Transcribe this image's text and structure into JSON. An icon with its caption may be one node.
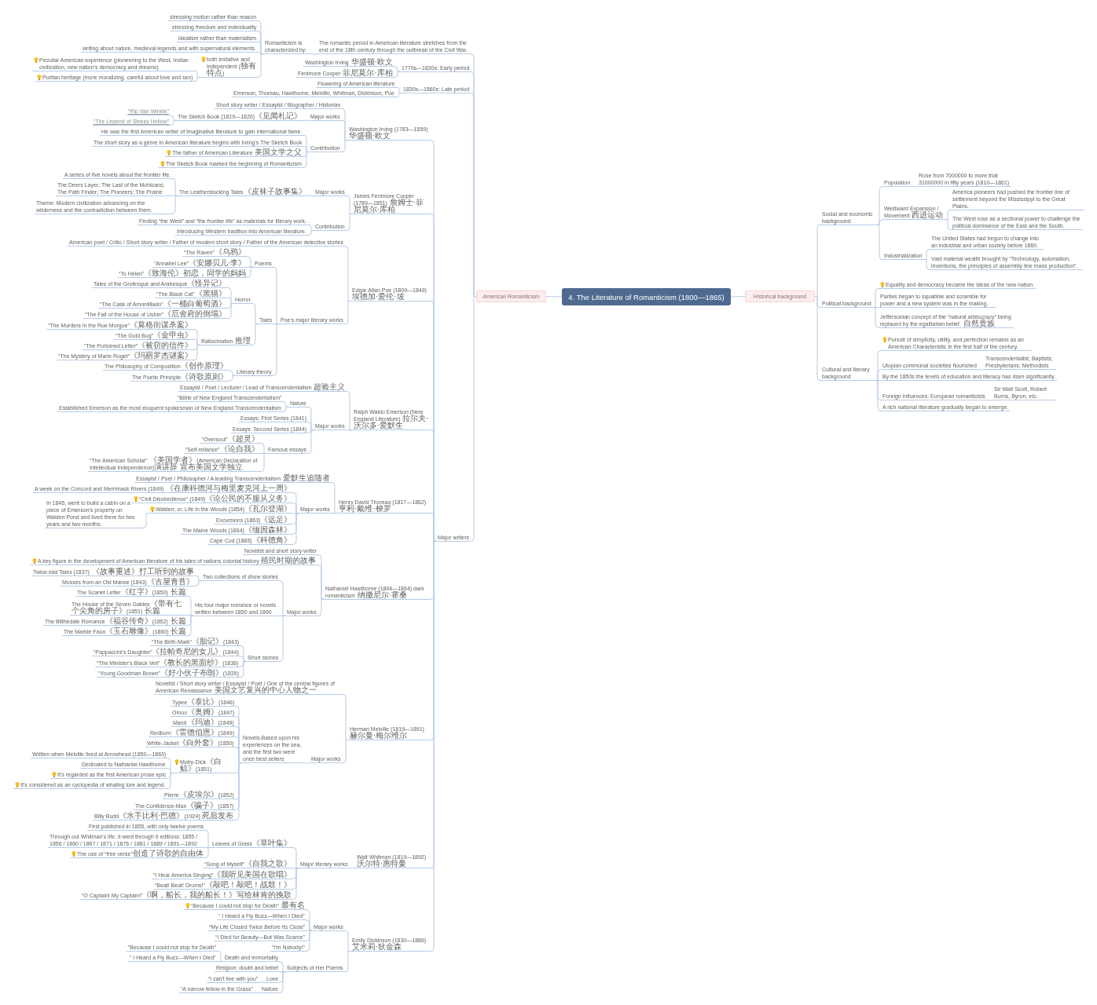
{
  "diagram": {
    "nodes": [
      {
        "text": [
          "4. The Literature of Romanticism (1800—1865)"
        ]
      },
      {
        "text": [
          "American Romanticism"
        ]
      },
      {
        "text": [
          "The romantic period in American literature stretches from the end of the 18th century through the outbreak of the Civil War."
        ]
      },
      {
        "text": [
          "Romanticism is characterized by:"
        ]
      },
      {
        "text": [
          "stressing motion rather than reason"
        ]
      },
      {
        "text": [
          "stressing freedom and individuality"
        ]
      },
      {
        "text": [
          "idealism rather than materialism"
        ]
      },
      {
        "text": [
          "writing about nature, medieval legends and with supernatural elements."
        ]
      },
      {
        "text": [
          "both imitative and independent (独有特点)"
        ]
      },
      {
        "text": [
          "Peculiar American experience (pioneering to the West, Indian civilization, new nation's democracy and dreams)"
        ]
      },
      {
        "text": [
          "Puritan heritage (more moralizing, careful about love and sex)"
        ]
      },
      {
        "text": [
          "1770s—1830s: Early period"
        ]
      },
      {
        "text": [
          "Washington Irving 华盛顿·欧文"
        ]
      },
      {
        "text": [
          "Fenimore Cooper 菲尼莫尔·库柏"
        ]
      },
      {
        "text": [
          "1830s—1860s: Late period"
        ]
      },
      {
        "text": [
          "Flowering of American literature"
        ]
      },
      {
        "text": [
          "Emerson, Thoreau, Hawthorne, Melville, Whitman, Dickinson, Poe"
        ]
      },
      {
        "text": [
          "Major writers"
        ]
      },
      {
        "text": [
          "Washington Irving (1783—1859) 华盛顿·欧文"
        ]
      },
      {
        "text": [
          "Short story writer / Essayist / Biographer / Historian"
        ]
      },
      {
        "text": [
          "Major works"
        ]
      },
      {
        "text": [
          "The Sketch Book (1819—1820)《见闻札记》"
        ]
      },
      {
        "text": [
          "“Rip Van Winkle”"
        ]
      },
      {
        "text": [
          "“The Legend of Sleepy Hollow”"
        ]
      },
      {
        "text": [
          "Contribution"
        ]
      },
      {
        "text": [
          "He was the first American writer of imaginative literature to gain international fame."
        ]
      },
      {
        "text": [
          "The short story as a genre in American literature begins with Irving's The Sketch Book"
        ]
      },
      {
        "text": [
          "The father of American Literature 美国文学之父"
        ]
      },
      {
        "text": [
          "The Sketch Book marked the beginning of Romanticism"
        ]
      },
      {
        "text": [
          "James Fenimore Cooper (1789—1851) 詹姆士·菲尼莫尔·库柏"
        ]
      },
      {
        "text": [
          "Major works"
        ]
      },
      {
        "text": [
          "The Leatherstocking Tales《皮袜子故事集》"
        ]
      },
      {
        "text": [
          "A series of five novels about the frontier life."
        ]
      },
      {
        "text": [
          "The Deers Layer; The Last of the Mohicans; The Path Finder; The Pioneers; The Prairie"
        ]
      },
      {
        "text": [
          "Theme: Modern civilization advancing on the wilderness and the contradiction between them."
        ]
      },
      {
        "text": [
          "Contribution"
        ]
      },
      {
        "text": [
          "Finding “the West” and “the frontier life” as materials for literary work."
        ]
      },
      {
        "text": [
          "Introducing Western tradition into American literature."
        ]
      },
      {
        "text": [
          "Edgar Allan Poe (1809—1849) 埃德加·爱伦·坡"
        ]
      },
      {
        "text": [
          "American poet / Critic / Short story writer / Father of modern short story / Father of the American detective stories"
        ]
      },
      {
        "text": [
          "Poe's major literary works"
        ]
      },
      {
        "text": [
          "Poems"
        ]
      },
      {
        "text": [
          "“The Raven”《乌鸦》"
        ]
      },
      {
        "text": [
          "“Annabel Lee”《安娜贝儿·李》"
        ]
      },
      {
        "text": [
          "“To Helen”《致海伦》初恋，同学的妈妈"
        ]
      },
      {
        "text": [
          "Tales"
        ]
      },
      {
        "text": [
          "Horror"
        ]
      },
      {
        "text": [
          "Tales of the Grotesque and Arabesque《怪异记》"
        ]
      },
      {
        "text": [
          "“The Black Cat”《黑猫》"
        ]
      },
      {
        "text": [
          "“The Cask of Amontillado”《一桶白葡萄酒》"
        ]
      },
      {
        "text": [
          "“The Fall of the House of Usher”《厄舍府的倒塌》"
        ]
      },
      {
        "text": [
          "Ratiocination 推理"
        ]
      },
      {
        "text": [
          "“The Murders in the Rue Morgue”《莫格街谋杀案》"
        ]
      },
      {
        "text": [
          "“The Gold Bug”《金甲虫》"
        ]
      },
      {
        "text": [
          "“The Purloined Letter”《被窃的信件》"
        ]
      },
      {
        "text": [
          "“The Mystery of Marie Roget”《玛丽罗杰谜案》"
        ]
      },
      {
        "text": [
          "Literary theory"
        ]
      },
      {
        "text": [
          "The Philosophy of Composition《创作原理》"
        ]
      },
      {
        "text": [
          "The Poetic Principle《诗歌原则》"
        ]
      },
      {
        "text": [
          "Ralph Waldo Emerson (New England Literature) 拉尔夫·沃尔多·爱默生"
        ]
      },
      {
        "text": [
          "Essayist / Poet / Lecturer / Lead of Transcendentalism 超验主义"
        ]
      },
      {
        "text": [
          "Major works"
        ]
      },
      {
        "text": [
          "Nature"
        ]
      },
      {
        "text": [
          "“Bible of New England Transcendentalism”"
        ]
      },
      {
        "text": [
          "Established Emerson as the most eloquent spokesman of New England Transcendentalism"
        ]
      },
      {
        "text": [
          "Essays: First Series (1841)"
        ]
      },
      {
        "text": [
          "Essays: Second Series (1844)"
        ]
      },
      {
        "text": [
          "Famous essays"
        ]
      },
      {
        "text": [
          "“Oversoul”《超灵》"
        ]
      },
      {
        "text": [
          "“Self-reliance”《论自我》"
        ]
      },
      {
        "text": [
          "“The American Scholar” 《美国学者》(American Declaration of Intellectual Independence)演讲辞 宣布美国文学独立"
        ]
      },
      {
        "text": [
          "Henry David Thoreau (1817—1862) 亨利·戴维·梭罗"
        ]
      },
      {
        "text": [
          "Essayist / Poet / Philosopher / A leading Transcendentalism 爱默生追随者"
        ]
      },
      {
        "text": [
          "Major works"
        ]
      },
      {
        "text": [
          "A week on the Concord and Merrimack Rivers (1849) 《在康科德河与梅里麦克河上一周》"
        ]
      },
      {
        "text": [
          "“Civil Disobedience” (1849)《论公民的不服从义务》"
        ]
      },
      {
        "text": [
          "Walden; or, Life in the Woods (1854)《瓦尔登湖》"
        ]
      },
      {
        "text": [
          "In 1845, went to build a cabin on a piece of Emerson's property on Walden Pond and lived there for two years and two months."
        ]
      },
      {
        "text": [
          "Excursions (1863)《远足》"
        ]
      },
      {
        "text": [
          "The Maine Woods (1864)《缅因森林》"
        ]
      },
      {
        "text": [
          "Cape Cod (1865)《科德角》"
        ]
      },
      {
        "text": [
          "Nathaniel Hawthorne (1804—1864) dark romanticism 纳撒尼尔·霍桑"
        ]
      },
      {
        "text": [
          "Novelist and short story writer"
        ]
      },
      {
        "text": [
          "A key figure in the development of American literature of his tales of nations colonial history 殖民时期的故事"
        ]
      },
      {
        "text": [
          "Major works"
        ]
      },
      {
        "text": [
          "Two collections of show stories"
        ]
      },
      {
        "text": [
          "Twice-told Tales (1837) 《故事重述》打工听到的故事"
        ]
      },
      {
        "text": [
          "Mosses from an Old Manse (1843)《古屋青苔》"
        ]
      },
      {
        "text": [
          "His four major romance or novels written between 1850 and 1860"
        ]
      },
      {
        "text": [
          "The Scarlet Letter《红字》(1850) 长篇"
        ]
      },
      {
        "text": [
          "The House of the Seven Gables《带有七个尖角的房子》(1851) 长篇"
        ]
      },
      {
        "text": [
          "The Blithedale Romance《福谷传奇》(1852) 长篇"
        ]
      },
      {
        "text": [
          "The Marble Faun《玉石雕像》(1860) 长篇"
        ]
      },
      {
        "text": [
          "Short stories"
        ]
      },
      {
        "text": [
          "“The Birth-Mark”《胎记》(1843)"
        ]
      },
      {
        "text": [
          "“Pappaccini's Daughter”《拉帕奇尼的女儿》(1844)"
        ]
      },
      {
        "text": [
          "“The Minister's Black Veil”《教长的黑面纱》(1836)"
        ]
      },
      {
        "text": [
          "“Young Goodman Brown”《好小伙子布朗》(1835)"
        ]
      },
      {
        "text": [
          "Herman Melville (1819—1891) 赫尔曼·梅尔维尔"
        ]
      },
      {
        "text": [
          "Novelist / Short story writer / Essayist / Poet / One of the central figures of American Renaissance 美国文艺复兴的中心人物之一"
        ]
      },
      {
        "text": [
          "Major works"
        ]
      },
      {
        "text": [
          "Novels-Based upon his experiences on the sea, and the first two were once best sellers"
        ]
      },
      {
        "text": [
          "Typee《泰比》(1846)"
        ]
      },
      {
        "text": [
          "Omoo《奥姆》(1847)"
        ]
      },
      {
        "text": [
          "Mardi《玛迪》(1849)"
        ]
      },
      {
        "text": [
          "Redburn《雷德伯恩》(1849)"
        ]
      },
      {
        "text": [
          "White-Jacket《白外套》(1850)"
        ]
      },
      {
        "text": [
          "Moby-Dick《白鲸》(1851)"
        ]
      },
      {
        "text": [
          "Written when Melville lived at Arrowhead (1850—1863)"
        ]
      },
      {
        "text": [
          "Dedicated to Nathaniel Hawthorne"
        ]
      },
      {
        "text": [
          "It's regarded as the first American prose epic"
        ]
      },
      {
        "text": [
          "It's considered as an cyclopedia of whaling lore and legend."
        ]
      },
      {
        "text": [
          "Pierre《皮埃尔》(1852)"
        ]
      },
      {
        "text": [
          "The Confidence-Man《骗子》(1857)"
        ]
      },
      {
        "text": [
          "Billy Budd《水手比利·巴德》(1924) 死后发布"
        ]
      },
      {
        "text": [
          "Walt Whitman (1819—1892) 沃尔特·惠特曼"
        ]
      },
      {
        "text": [
          "Major literary works"
        ]
      },
      {
        "text": [
          "Leaves of Grass《草叶集》"
        ]
      },
      {
        "text": [
          "First published in 1855, with only twelve poems"
        ]
      },
      {
        "text": [
          "Through out Whitman's life, it went through 9 editions: 1855 / 1856 / 1860 / 1867 / 1871 / 1876 / 1881 / 1889 / 1891—1892"
        ]
      },
      {
        "text": [
          "The use of “free verse”创造了诗歌的自由体"
        ]
      },
      {
        "text": [
          "“Song of Myself”《自我之歌》"
        ]
      },
      {
        "text": [
          "“I Hear America Singing”《我听见美国在歌唱》"
        ]
      },
      {
        "text": [
          "“Beat! Beat! Drums!”《敲吧！敲吧！战鼓！》"
        ]
      },
      {
        "text": [
          "“O Captain! My Captain!”《啊，船长，我的船长！》写给林肯的挽歌"
        ]
      },
      {
        "text": [
          "Emily Dickinson (1830—1886) 艾米莉·狄金森"
        ]
      },
      {
        "text": [
          "Major works"
        ]
      },
      {
        "text": [
          "“Because I could not stop for Death” 最有名"
        ]
      },
      {
        "text": [
          "“ I Heard a Fly Buzz—When I Died”"
        ]
      },
      {
        "text": [
          "“My Life Closed Twice Before Its Close”"
        ]
      },
      {
        "text": [
          "“I Died for Beauty—But Was Scarce”"
        ]
      },
      {
        "text": [
          "“I'm Nobody!”"
        ]
      },
      {
        "text": [
          "Subjects of Her Poems"
        ]
      },
      {
        "text": [
          "Death and immortality"
        ]
      },
      {
        "text": [
          "“Because I could not stop for Death”"
        ]
      },
      {
        "text": [
          "“ I Heard a Fly Buzz—When I Died”"
        ]
      },
      {
        "text": [
          "Religion: doubt and belief"
        ]
      },
      {
        "text": [
          "Love"
        ]
      },
      {
        "text": [
          "“I can't live with you”"
        ]
      },
      {
        "text": [
          "Nature"
        ]
      },
      {
        "text": [
          "“A narrow fellow in the Grass”"
        ]
      },
      {
        "text": [
          "Historical background"
        ]
      },
      {
        "text": [
          "Social and economic background"
        ]
      },
      {
        "text": [
          "Population"
        ]
      },
      {
        "text": [
          "Rose from 7000000 to more that 31000000 in fifty years (1810—1861)"
        ]
      },
      {
        "text": [
          "Westward Expansion / Movement 西进运动"
        ]
      },
      {
        "text": [
          "America pioneers had pushed the frontier line of settlement beyond the Mississippi to the Great Plains."
        ]
      },
      {
        "text": [
          "The West rose as a sectional power to challenge the political dominance of the East and the South."
        ]
      },
      {
        "text": [
          "Industrialization"
        ]
      },
      {
        "text": [
          "The United States had begun to change into an industrial and urban society before 1860."
        ]
      },
      {
        "text": [
          "Vast material wealth brought by “Technology, automation, inventions, the principles of assembly line mass production”."
        ]
      },
      {
        "text": [
          "Political background"
        ]
      },
      {
        "text": [
          "Equality and democracy became the ideas of the new nation."
        ]
      },
      {
        "text": [
          "Parties began to squabble and scramble for power and a new system was in the making."
        ]
      },
      {
        "text": [
          "Jeffersonian concept of the “natural aristocracy” being replaced by the egalitarian belief. 自然贵族"
        ]
      },
      {
        "text": [
          "Cultural and literary background"
        ]
      },
      {
        "text": [
          "Pursuit of simplicity, utility, and perfection remains as an American Characteristic in the first half of the century."
        ]
      },
      {
        "text": [
          "Utopian communal societies flourished"
        ]
      },
      {
        "text": [
          "Transcendentalist; Baptists; Presbyterians; Methodists"
        ]
      },
      {
        "text": [
          "By the 1850s the levels of education and literacy has risen significantly."
        ]
      },
      {
        "text": [
          "Foreign influences: European romanticists"
        ]
      },
      {
        "text": [
          "Sir Walt Scott, Robert Burns, Byron, etc."
        ]
      },
      {
        "text": [
          "A rich national literature gradually began to emerge."
        ]
      }
    ],
    "edges": [
      {
        "from": 0,
        "to": 1,
        "arrow": "none"
      },
      {
        "from": 0,
        "to": 141,
        "arrow": "none"
      },
      {
        "from": 1,
        "to": 2,
        "arrow": "none"
      },
      {
        "from": 1,
        "to": 11,
        "arrow": "none"
      },
      {
        "from": 1,
        "to": 14,
        "arrow": "none"
      },
      {
        "from": 1,
        "to": 17,
        "arrow": "none"
      },
      {
        "from": 2,
        "to": 3,
        "arrow": "none"
      },
      {
        "from": 3,
        "to": 4,
        "arrow": "none"
      },
      {
        "from": 3,
        "to": 5,
        "arrow": "none"
      },
      {
        "from": 3,
        "to": 6,
        "arrow": "none"
      },
      {
        "from": 3,
        "to": 7,
        "arrow": "none"
      },
      {
        "from": 3,
        "to": 8,
        "arrow": "none"
      },
      {
        "from": 8,
        "to": 9,
        "arrow": "none"
      },
      {
        "from": 8,
        "to": 10,
        "arrow": "none"
      },
      {
        "from": 11,
        "to": 12,
        "arrow": "none"
      },
      {
        "from": 11,
        "to": 13,
        "arrow": "none"
      },
      {
        "from": 14,
        "to": 15,
        "arrow": "none"
      },
      {
        "from": 14,
        "to": 16,
        "arrow": "none"
      },
      {
        "from": 17,
        "to": 18,
        "arrow": "none"
      },
      {
        "from": 17,
        "to": 29,
        "arrow": "none"
      },
      {
        "from": 17,
        "to": 38,
        "arrow": "none"
      },
      {
        "from": 17,
        "to": 59,
        "arrow": "none"
      },
      {
        "from": 17,
        "to": 71,
        "arrow": "none"
      },
      {
        "from": 17,
        "to": 81,
        "arrow": "none"
      },
      {
        "from": 17,
        "to": 98,
        "arrow": "none"
      },
      {
        "from": 17,
        "to": 115,
        "arrow": "none"
      },
      {
        "from": 17,
        "to": 125,
        "arrow": "none"
      },
      {
        "from": 18,
        "to": 19,
        "arrow": "none"
      },
      {
        "from": 18,
        "to": 20,
        "arrow": "none"
      },
      {
        "from": 18,
        "to": 24,
        "arrow": "none"
      },
      {
        "from": 20,
        "to": 21,
        "arrow": "none"
      },
      {
        "from": 21,
        "to": 22,
        "arrow": "none"
      },
      {
        "from": 21,
        "to": 23,
        "arrow": "none"
      },
      {
        "from": 24,
        "to": 25,
        "arrow": "none"
      },
      {
        "from": 24,
        "to": 26,
        "arrow": "none"
      },
      {
        "from": 24,
        "to": 27,
        "arrow": "none"
      },
      {
        "from": 24,
        "to": 28,
        "arrow": "none"
      },
      {
        "from": 29,
        "to": 30,
        "arrow": "none"
      },
      {
        "from": 29,
        "to": 35,
        "arrow": "none"
      },
      {
        "from": 30,
        "to": 31,
        "arrow": "none"
      },
      {
        "from": 31,
        "to": 32,
        "arrow": "none"
      },
      {
        "from": 31,
        "to": 33,
        "arrow": "none"
      },
      {
        "from": 31,
        "to": 34,
        "arrow": "none"
      },
      {
        "from": 35,
        "to": 36,
        "arrow": "none"
      },
      {
        "from": 35,
        "to": 37,
        "arrow": "none"
      },
      {
        "from": 38,
        "to": 39,
        "arrow": "none"
      },
      {
        "from": 38,
        "to": 40,
        "arrow": "none"
      },
      {
        "from": 40,
        "to": 41,
        "arrow": "none"
      },
      {
        "from": 40,
        "to": 45,
        "arrow": "none"
      },
      {
        "from": 40,
        "to": 56,
        "arrow": "none"
      },
      {
        "from": 41,
        "to": 42,
        "arrow": "none"
      },
      {
        "from": 41,
        "to": 43,
        "arrow": "none"
      },
      {
        "from": 41,
        "to": 44,
        "arrow": "none"
      },
      {
        "from": 45,
        "to": 46,
        "arrow": "none"
      },
      {
        "from": 45,
        "to": 51,
        "arrow": "none"
      },
      {
        "from": 46,
        "to": 47,
        "arrow": "none"
      },
      {
        "from": 46,
        "to": 48,
        "arrow": "none"
      },
      {
        "from": 46,
        "to": 49,
        "arrow": "none"
      },
      {
        "from": 46,
        "to": 50,
        "arrow": "none"
      },
      {
        "from": 51,
        "to": 52,
        "arrow": "none"
      },
      {
        "from": 51,
        "to": 53,
        "arrow": "none"
      },
      {
        "from": 51,
        "to": 54,
        "arrow": "none"
      },
      {
        "from": 51,
        "to": 55,
        "arrow": "none"
      },
      {
        "from": 56,
        "to": 57,
        "arrow": "none"
      },
      {
        "from": 56,
        "to": 58,
        "arrow": "none"
      },
      {
        "from": 59,
        "to": 60,
        "arrow": "none"
      },
      {
        "from": 59,
        "to": 61,
        "arrow": "none"
      },
      {
        "from": 61,
        "to": 62,
        "arrow": "none"
      },
      {
        "from": 61,
        "to": 65,
        "arrow": "none"
      },
      {
        "from": 61,
        "to": 66,
        "arrow": "none"
      },
      {
        "from": 61,
        "to": 67,
        "arrow": "none"
      },
      {
        "from": 62,
        "to": 63,
        "arrow": "none"
      },
      {
        "from": 62,
        "to": 64,
        "arrow": "none"
      },
      {
        "from": 67,
        "to": 68,
        "arrow": "none"
      },
      {
        "from": 67,
        "to": 69,
        "arrow": "none"
      },
      {
        "from": 67,
        "to": 70,
        "arrow": "none"
      },
      {
        "from": 71,
        "to": 72,
        "arrow": "none"
      },
      {
        "from": 71,
        "to": 73,
        "arrow": "none"
      },
      {
        "from": 73,
        "to": 74,
        "arrow": "none"
      },
      {
        "from": 73,
        "to": 75,
        "arrow": "none"
      },
      {
        "from": 73,
        "to": 76,
        "arrow": "none"
      },
      {
        "from": 73,
        "to": 78,
        "arrow": "none"
      },
      {
        "from": 73,
        "to": 79,
        "arrow": "none"
      },
      {
        "from": 73,
        "to": 80,
        "arrow": "none"
      },
      {
        "from": 76,
        "to": 77,
        "arrow": "none"
      },
      {
        "from": 81,
        "to": 82,
        "arrow": "none"
      },
      {
        "from": 81,
        "to": 83,
        "arrow": "none"
      },
      {
        "from": 81,
        "to": 84,
        "arrow": "none"
      },
      {
        "from": 84,
        "to": 85,
        "arrow": "none"
      },
      {
        "from": 84,
        "to": 88,
        "arrow": "none"
      },
      {
        "from": 84,
        "to": 93,
        "arrow": "none"
      },
      {
        "from": 85,
        "to": 86,
        "arrow": "none"
      },
      {
        "from": 85,
        "to": 87,
        "arrow": "none"
      },
      {
        "from": 88,
        "to": 89,
        "arrow": "none"
      },
      {
        "from": 88,
        "to": 90,
        "arrow": "none"
      },
      {
        "from": 88,
        "to": 91,
        "arrow": "none"
      },
      {
        "from": 88,
        "to": 92,
        "arrow": "none"
      },
      {
        "from": 93,
        "to": 94,
        "arrow": "none"
      },
      {
        "from": 93,
        "to": 95,
        "arrow": "none"
      },
      {
        "from": 93,
        "to": 96,
        "arrow": "none"
      },
      {
        "from": 93,
        "to": 97,
        "arrow": "none"
      },
      {
        "from": 98,
        "to": 99,
        "arrow": "none"
      },
      {
        "from": 98,
        "to": 100,
        "arrow": "none"
      },
      {
        "from": 100,
        "to": 101,
        "arrow": "none"
      },
      {
        "from": 101,
        "to": 102,
        "arrow": "none"
      },
      {
        "from": 101,
        "to": 103,
        "arrow": "none"
      },
      {
        "from": 101,
        "to": 104,
        "arrow": "none"
      },
      {
        "from": 101,
        "to": 105,
        "arrow": "none"
      },
      {
        "from": 101,
        "to": 106,
        "arrow": "none"
      },
      {
        "from": 101,
        "to": 107,
        "arrow": "none"
      },
      {
        "from": 101,
        "to": 112,
        "arrow": "none"
      },
      {
        "from": 101,
        "to": 113,
        "arrow": "none"
      },
      {
        "from": 101,
        "to": 114,
        "arrow": "none"
      },
      {
        "from": 107,
        "to": 108,
        "arrow": "none"
      },
      {
        "from": 107,
        "to": 109,
        "arrow": "none"
      },
      {
        "from": 107,
        "to": 110,
        "arrow": "none"
      },
      {
        "from": 107,
        "to": 111,
        "arrow": "none"
      },
      {
        "from": 115,
        "to": 116,
        "arrow": "none"
      },
      {
        "from": 116,
        "to": 117,
        "arrow": "none"
      },
      {
        "from": 116,
        "to": 121,
        "arrow": "none"
      },
      {
        "from": 116,
        "to": 122,
        "arrow": "none"
      },
      {
        "from": 116,
        "to": 123,
        "arrow": "none"
      },
      {
        "from": 116,
        "to": 124,
        "arrow": "none"
      },
      {
        "from": 117,
        "to": 118,
        "arrow": "none"
      },
      {
        "from": 117,
        "to": 119,
        "arrow": "none"
      },
      {
        "from": 117,
        "to": 120,
        "arrow": "none"
      },
      {
        "from": 125,
        "to": 126,
        "arrow": "none"
      },
      {
        "from": 125,
        "to": 132,
        "arrow": "none"
      },
      {
        "from": 126,
        "to": 127,
        "arrow": "none"
      },
      {
        "from": 126,
        "to": 128,
        "arrow": "none"
      },
      {
        "from": 126,
        "to": 129,
        "arrow": "none"
      },
      {
        "from": 126,
        "to": 130,
        "arrow": "none"
      },
      {
        "from": 126,
        "to": 131,
        "arrow": "none"
      },
      {
        "from": 132,
        "to": 133,
        "arrow": "none"
      },
      {
        "from": 132,
        "to": 136,
        "arrow": "none"
      },
      {
        "from": 132,
        "to": 137,
        "arrow": "none"
      },
      {
        "from": 132,
        "to": 139,
        "arrow": "none"
      },
      {
        "from": 133,
        "to": 134,
        "arrow": "none"
      },
      {
        "from": 133,
        "to": 135,
        "arrow": "none"
      },
      {
        "from": 137,
        "to": 138,
        "arrow": "none"
      },
      {
        "from": 139,
        "to": 140,
        "arrow": "none"
      },
      {
        "from": 141,
        "to": 142,
        "arrow": "none"
      },
      {
        "from": 141,
        "to": 151,
        "arrow": "none"
      },
      {
        "from": 141,
        "to": 155,
        "arrow": "none"
      },
      {
        "from": 142,
        "to": 143,
        "arrow": "none"
      },
      {
        "from": 142,
        "to": 145,
        "arrow": "none"
      },
      {
        "from": 142,
        "to": 148,
        "arrow": "none"
      },
      {
        "from": 143,
        "to": 144,
        "arrow": "none"
      },
      {
        "from": 145,
        "to": 146,
        "arrow": "none"
      },
      {
        "from": 145,
        "to": 147,
        "arrow": "none"
      },
      {
        "from": 148,
        "to": 149,
        "arrow": "none"
      },
      {
        "from": 148,
        "to": 150,
        "arrow": "none"
      },
      {
        "from": 151,
        "to": 152,
        "arrow": "none"
      },
      {
        "from": 151,
        "to": 153,
        "arrow": "none"
      },
      {
        "from": 151,
        "to": 154,
        "arrow": "none"
      },
      {
        "from": 155,
        "to": 156,
        "arrow": "none"
      },
      {
        "from": 155,
        "to": 157,
        "arrow": "none"
      },
      {
        "from": 155,
        "to": 159,
        "arrow": "none"
      },
      {
        "from": 155,
        "to": 160,
        "arrow": "none"
      },
      {
        "from": 155,
        "to": 162,
        "arrow": "none"
      },
      {
        "from": 157,
        "to": 158,
        "arrow": "none"
      },
      {
        "from": 160,
        "to": 161,
        "arrow": "none"
      }
    ]
  }
}
